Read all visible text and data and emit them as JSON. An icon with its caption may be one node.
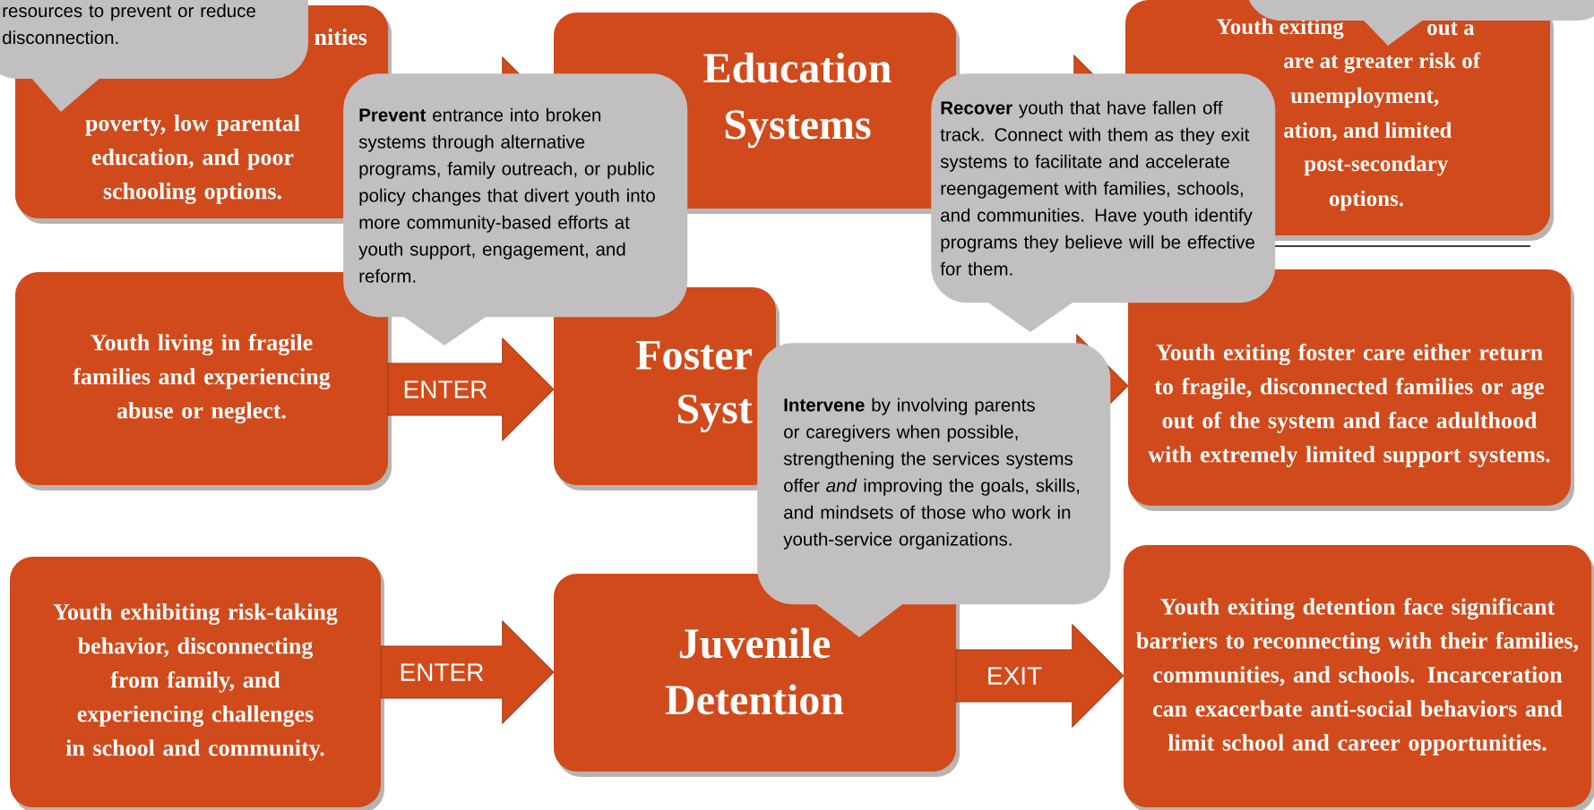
{
  "diagram": {
    "nodes": [
      {
        "text": [
          "nities",
          "poverty, low parental education, and poor schooling options."
        ]
      },
      {
        "text": [
          "Education Systems"
        ]
      },
      {
        "text": [
          "Youth exiting",
          "out a",
          "are at greater risk of",
          "unemployment,",
          "ation, and limited",
          "post-secondary",
          "options."
        ]
      },
      {
        "text": [
          "Youth living in fragile families and experiencing abuse or neglect."
        ]
      },
      {
        "text": [
          "Foster",
          "Syst"
        ]
      },
      {
        "text": [
          "Youth exiting foster care either return to fragile, disconnected families or age out of the system and face adulthood with extremely limited support systems."
        ]
      },
      {
        "text": [
          "Youth exhibiting risk-taking behavior, disconnecting from family, and experiencing challenges in school and community."
        ]
      },
      {
        "text": [
          "Juvenile Detention"
        ]
      },
      {
        "text": [
          "Youth exiting detention face significant barriers to reconnecting with their families, communities, and schools. Incarceration can exacerbate anti-social behaviors and limit school and career opportunities."
        ]
      },
      {
        "text": [
          "resources to prevent or reduce disconnection."
        ]
      },
      {
        "text": [
          "**Prevent** entrance into broken systems through alternative programs, family outreach, or public policy changes that divert youth into more community-based efforts at youth support, engagement, and reform."
        ]
      },
      {
        "text": [
          "**Recover** youth that have fallen off track. Connect with them as they exit systems to facilitate and accelerate reengagement with families, schools, and communities. Have youth identify programs they believe will be effective for them."
        ]
      },
      {
        "text": [],
        "shape": "callout"
      },
      {
        "text": [
          "**Intervene** by involving parents or caregivers when possible, strengthening the services systems offer *and* improving the goals, skills, and mindsets of those who work in youth-service organizations."
        ]
      }
    ],
    "edges": [
      {
        "from": 0,
        "to": 1,
        "arrow": "to"
      },
      {
        "from": 1,
        "to": 2,
        "arrow": "to"
      },
      {
        "from": 3,
        "to": 4,
        "arrow": "to",
        "label": "ENTER"
      },
      {
        "from": 4,
        "to": 5,
        "arrow": "to"
      },
      {
        "from": 6,
        "to": 7,
        "arrow": "to",
        "label": "ENTER"
      },
      {
        "from": 7,
        "to": 8,
        "arrow": "to",
        "label": "EXIT"
      }
    ]
  }
}
